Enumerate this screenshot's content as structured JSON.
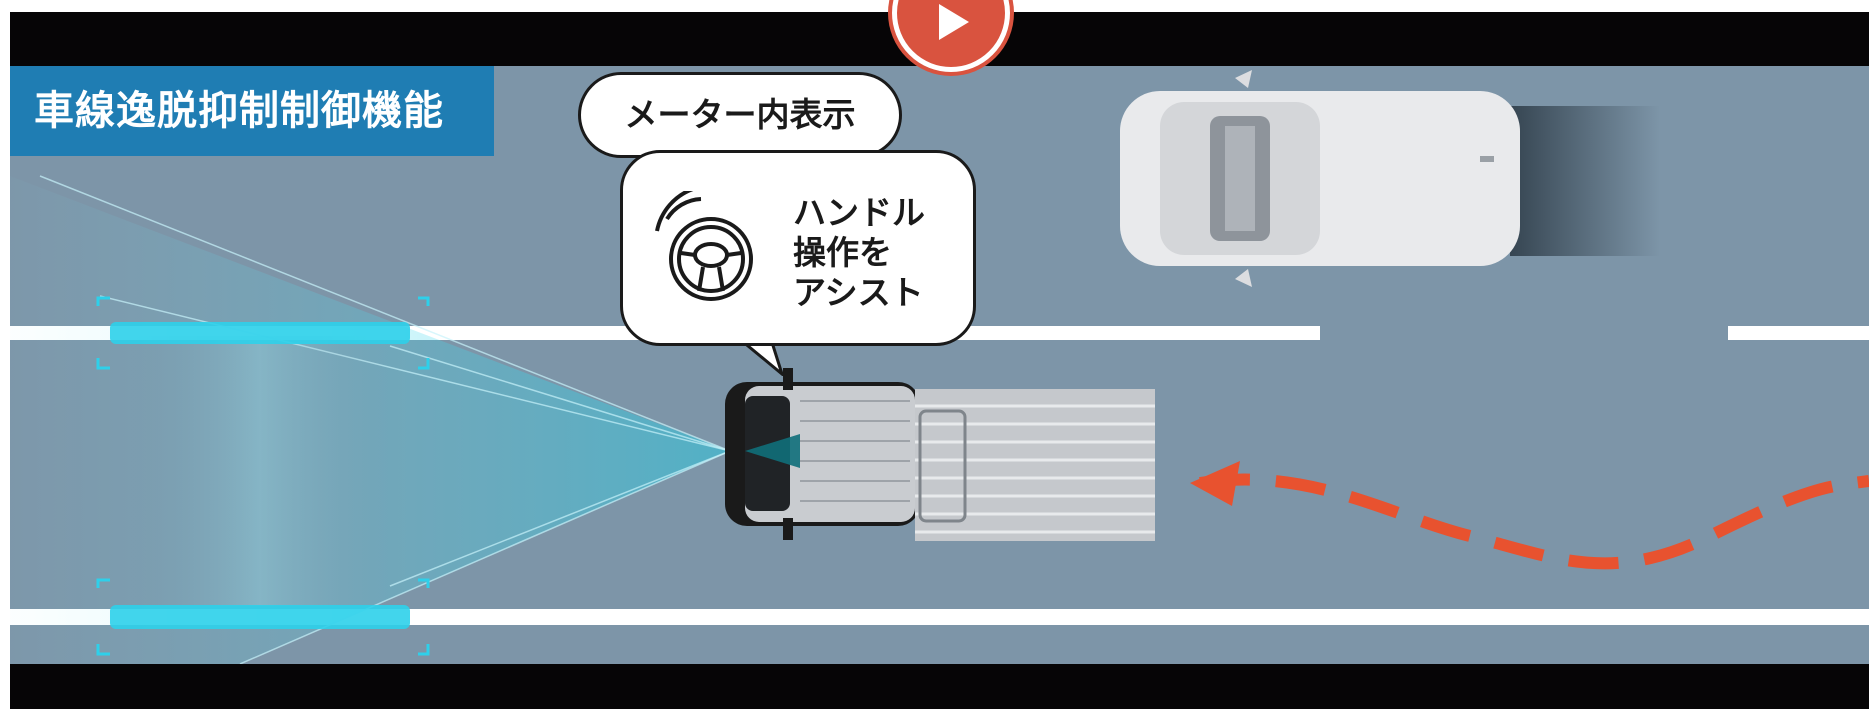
{
  "feature": {
    "title": "車線逸脱抑制制御機能"
  },
  "display": {
    "location_label": "メーター内表示",
    "assist_lines": [
      "ハンドル",
      "操作を",
      "アシスト"
    ],
    "icon": "steering-wheel-icon"
  },
  "video": {
    "play_icon": "play-icon"
  },
  "colors": {
    "road": "#7d95a8",
    "lane_marking": "#ffffff",
    "camera_beam": "#22c1dc",
    "path_arrow": "#e8522f",
    "badge_bg": "#1f7db3",
    "play_button": "#d9533f"
  }
}
